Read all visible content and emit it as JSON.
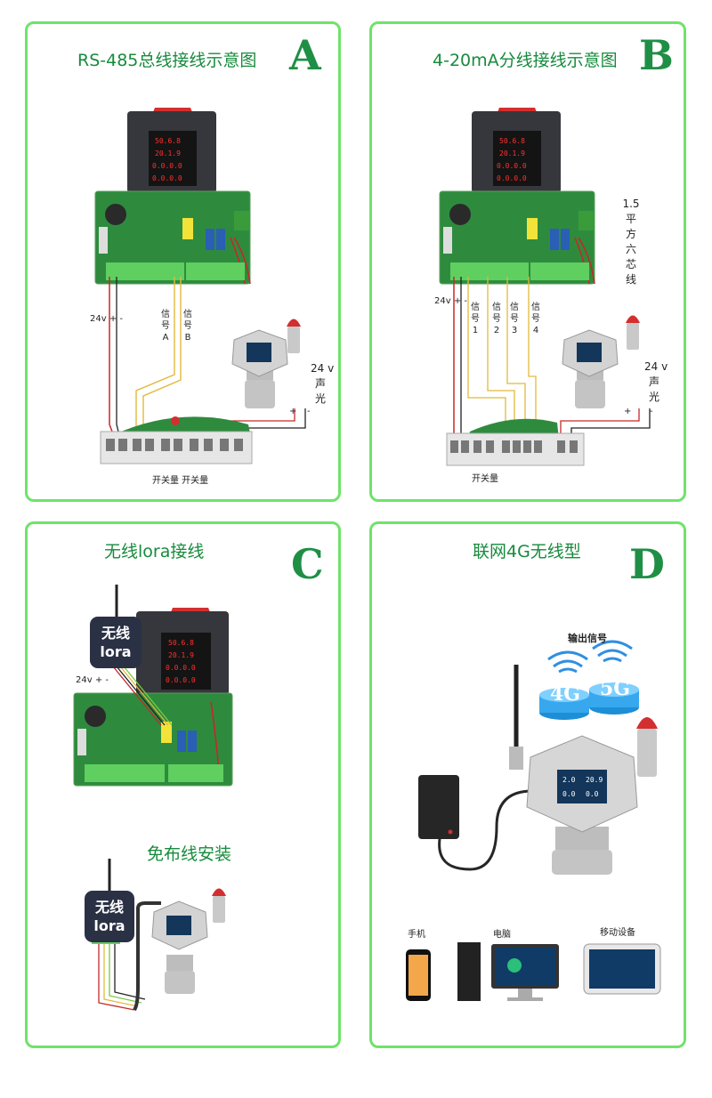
{
  "panels": {
    "a": {
      "title": "RS-485总线接线示意图",
      "letter": "A",
      "power_label": "24v + -",
      "signal_a": "信号A",
      "signal_b": "信号B",
      "alarm_label": "24 v",
      "alarm_text": "声光",
      "plus": "+",
      "minus": "-",
      "bottom_label": "开关量 开关量",
      "controller_readings": [
        "50.6.8",
        "20.1.9",
        "0.0.0.0",
        "0.0.0.0"
      ]
    },
    "b": {
      "title": "4-20mA分线接线示意图",
      "letter": "B",
      "cable_label": "1.5平方六芯线",
      "power_label": "24v + -",
      "signals": [
        "信号1",
        "信号2",
        "信号3",
        "信号4"
      ],
      "alarm_label": "24 v",
      "alarm_text": "声光",
      "plus": "+",
      "minus": "-",
      "bottom_label": "开关量",
      "controller_readings": [
        "50.6.8",
        "20.1.9",
        "0.0.0.0",
        "0.0.0.0"
      ]
    },
    "c": {
      "title": "无线lora接线",
      "letter": "C",
      "lora_text": "无线lora",
      "power_label": "24v + -",
      "subtitle": "免布线安装",
      "lora_text2": "无线lora",
      "controller_readings": [
        "50.6.8",
        "20.1.9",
        "0.0.0.0",
        "0.0.0.0"
      ]
    },
    "d": {
      "title": "联网4G无线型",
      "letter": "D",
      "output_label": "输出信号",
      "badge_4g": "4G",
      "badge_5g": "5G",
      "devices": [
        "手机",
        "电脑",
        "移动设备"
      ]
    }
  },
  "colors": {
    "border": "#6fe36a",
    "title": "#168b3c",
    "board": "#2e8b3e",
    "wire_red": "#c62828",
    "wire_yellow": "#e2b93b",
    "wire_dark": "#222222"
  }
}
